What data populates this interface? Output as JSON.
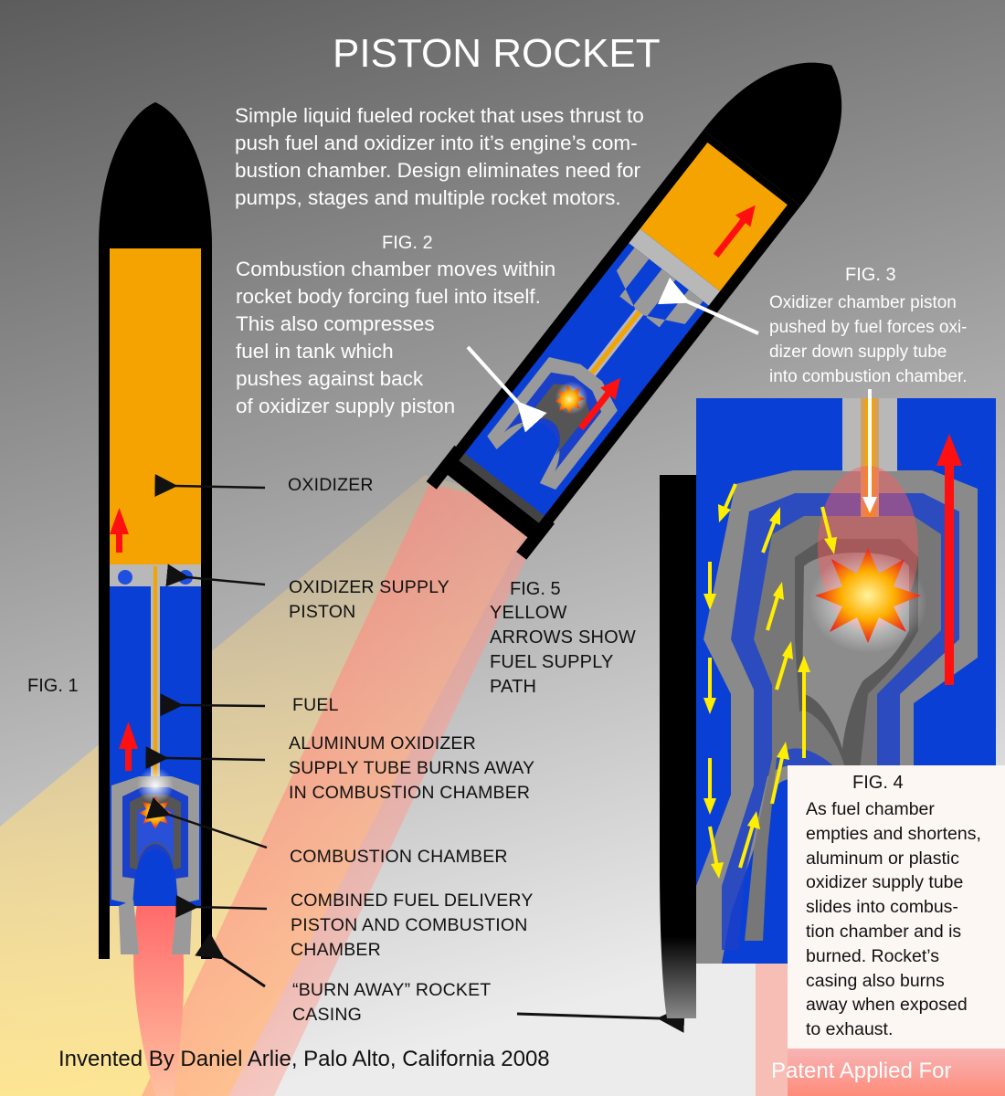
{
  "title": "PISTON ROCKET",
  "description": "Simple liquid fueled rocket that uses thrust to\npush fuel and oxidizer into it’s engine’s com-\nbustion chamber. Design eliminates need for\npumps, stages and multiple rocket motors.",
  "fig1": {
    "label": "FIG. 1",
    "parts": {
      "oxidizer": "OXIDIZER",
      "oxidizer_supply_piston": "OXIDIZER SUPPLY\nPISTON",
      "fuel": "FUEL",
      "supply_tube": "ALUMINUM OXIDIZER\nSUPPLY TUBE BURNS AWAY\nIN COMBUSTION CHAMBER",
      "combustion_chamber": "COMBUSTION CHAMBER",
      "combined_piston": "COMBINED FUEL DELIVERY\nPISTON AND COMBUSTION\nCHAMBER",
      "burn_away_casing": "“BURN AWAY” ROCKET\nCASING"
    }
  },
  "fig2": {
    "label": "FIG. 2",
    "text": "Combustion chamber moves within\nrocket body forcing fuel into itself.\nThis also compresses\nfuel in tank which\npushes against back\nof oxidizer supply piston"
  },
  "fig3": {
    "label": "FIG. 3",
    "text": "Oxidizer chamber piston\npushed by fuel forces oxi-\ndizer  down supply tube\ninto combustion chamber."
  },
  "fig4": {
    "label": "FIG. 4",
    "text": "As fuel chamber\nempties and shortens,\naluminum or plastic\noxidizer supply tube\nslides into combus-\ntion chamber and is\nburned. Rocket’s\ncasing also burns\naway when exposed\nto exhaust."
  },
  "fig5": {
    "label": "FIG. 5",
    "text": "YELLOW\nARROWS SHOW\nFUEL SUPPLY\nPATH"
  },
  "credit": "Invented By Daniel Arlie, Palo Alto, California 2008",
  "patent": "Patent Applied For",
  "colors": {
    "oxidizer": "#f5a300",
    "fuel": "#0a3fd6",
    "casing": "#000000",
    "thrust_arrow": "#ff0000",
    "fuel_path_arrow": "#ffee00",
    "piston": "#b8b8b8"
  }
}
